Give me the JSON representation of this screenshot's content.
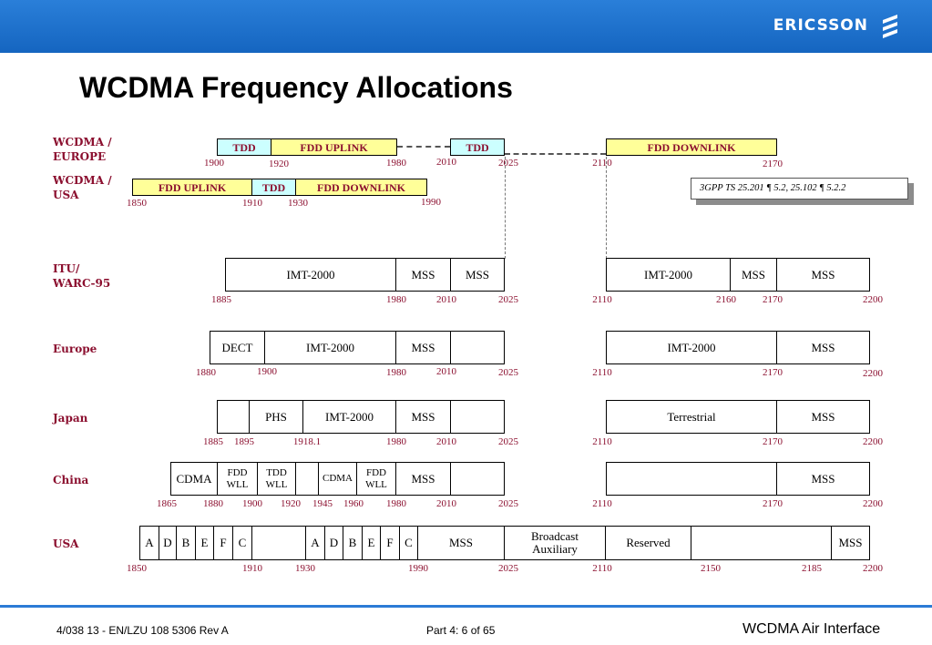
{
  "header": {
    "brand": "ERICSSON"
  },
  "title": "WCDMA Frequency Allocations",
  "note": "3GPP TS 25.201 ¶ 5.2, 25.102 ¶ 5.2.2",
  "rows": {
    "wcdma_europe": {
      "label": "WCDMA /\nEUROPE",
      "cells": [
        "TDD",
        "FDD UPLINK",
        "TDD",
        "FDD DOWNLINK"
      ],
      "ticks": [
        "1900",
        "1920",
        "1980",
        "2010",
        "2025",
        "2110",
        "2170"
      ]
    },
    "wcdma_usa": {
      "label": "WCDMA /\nUSA",
      "cells": [
        "FDD UPLINK",
        "TDD",
        "FDD DOWNLINK"
      ],
      "ticks": [
        "1850",
        "1910",
        "1930",
        "1990"
      ]
    },
    "itu": {
      "label": "ITU/\nWARC-95",
      "cells": [
        "IMT-2000",
        "MSS",
        "MSS",
        "IMT-2000",
        "MSS",
        "MSS"
      ],
      "ticks": [
        "1885",
        "1980",
        "2010",
        "2025",
        "2110",
        "2160",
        "2170",
        "2200"
      ]
    },
    "europe": {
      "label": "Europe",
      "cells": [
        "DECT",
        "IMT-2000",
        "MSS",
        "IMT-2000",
        "MSS"
      ],
      "ticks": [
        "1880",
        "1900",
        "1980",
        "2010",
        "2025",
        "2110",
        "2170",
        "2200"
      ]
    },
    "japan": {
      "label": "Japan",
      "cells": [
        "PHS",
        "IMT-2000",
        "MSS",
        "Terrestrial",
        "MSS"
      ],
      "ticks": [
        "1885",
        "1895",
        "1918.1",
        "1980",
        "2010",
        "2025",
        "2110",
        "2170",
        "2200"
      ]
    },
    "china": {
      "label": "China",
      "cells": [
        "CDMA",
        "FDD\nWLL",
        "TDD\nWLL",
        "CDMA",
        "FDD\nWLL",
        "MSS",
        "MSS"
      ],
      "ticks": [
        "1865",
        "1880",
        "1900",
        "1920",
        "1945",
        "1960",
        "1980",
        "2010",
        "2025",
        "2110",
        "2170",
        "2200"
      ]
    },
    "usa": {
      "label": "USA",
      "cells": [
        "A",
        "D",
        "B",
        "E",
        "F",
        "C",
        "A",
        "D",
        "B",
        "E",
        "F",
        "C",
        "MSS",
        "Broadcast\nAuxiliary",
        "Reserved",
        "MSS"
      ],
      "ticks": [
        "1850",
        "1910",
        "1930",
        "1990",
        "2025",
        "2110",
        "2150",
        "2185",
        "2200"
      ]
    }
  },
  "footer": {
    "doc_id": "4/038 13 - EN/LZU 108 5306 Rev A",
    "page": "Part 4:  6 of 65",
    "product": "WCDMA Air Interface"
  },
  "colors": {
    "brand_blue": "#1e6fce",
    "label_red": "#8b0f2f",
    "tdd_cyan": "#ccffff",
    "fdd_yellow": "#ffff99"
  }
}
